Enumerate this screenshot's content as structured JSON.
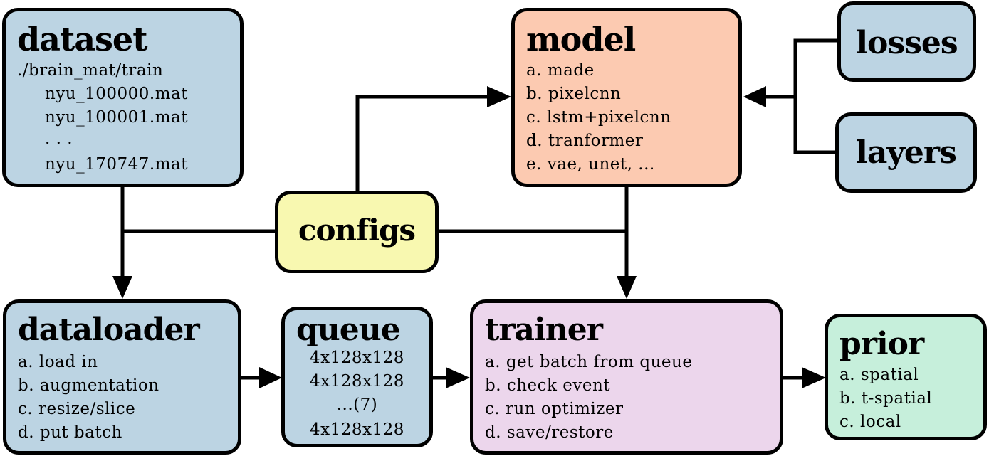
{
  "nodes": {
    "dataset": {
      "title": "dataset",
      "lines": [
        "./brain_mat/train",
        "nyu_100000.mat",
        "nyu_100001.mat",
        ". . .",
        "nyu_170747.mat"
      ]
    },
    "model": {
      "title": "model",
      "lines": [
        "a. made",
        "b. pixelcnn",
        "c. lstm+pixelcnn",
        "d. tranformer",
        "e. vae, unet, ..."
      ]
    },
    "losses": {
      "title": "losses"
    },
    "layers": {
      "title": "layers"
    },
    "configs": {
      "title": "configs"
    },
    "dataloader": {
      "title": "dataloader",
      "lines": [
        "a. load in",
        "b. augmentation",
        "c. resize/slice",
        "d. put batch"
      ]
    },
    "queue": {
      "title": "queue",
      "lines": [
        "4x128x128",
        "4x128x128",
        "...(7)",
        "4x128x128"
      ]
    },
    "trainer": {
      "title": "trainer",
      "lines": [
        "a. get batch from queue",
        "b. check event",
        "c. run optimizer",
        "d. save/restore"
      ]
    },
    "prior": {
      "title": "prior",
      "lines": [
        "a. spatial",
        "b. t-spatial",
        "c. local"
      ]
    }
  },
  "edges": [
    {
      "from": "dataset",
      "to": "dataloader"
    },
    {
      "from": "configs",
      "to": "dataloader"
    },
    {
      "from": "configs",
      "to": "model"
    },
    {
      "from": "configs",
      "to": "trainer"
    },
    {
      "from": "model",
      "to": "trainer"
    },
    {
      "from": "losses",
      "to": "model"
    },
    {
      "from": "layers",
      "to": "model"
    },
    {
      "from": "dataloader",
      "to": "queue"
    },
    {
      "from": "queue",
      "to": "trainer"
    },
    {
      "from": "trainer",
      "to": "prior"
    }
  ],
  "colors": {
    "blue": "#bcd4e3",
    "orange": "#fccab1",
    "yellow": "#f8f8b0",
    "pink": "#ecd6ec",
    "green": "#c6efdb"
  }
}
